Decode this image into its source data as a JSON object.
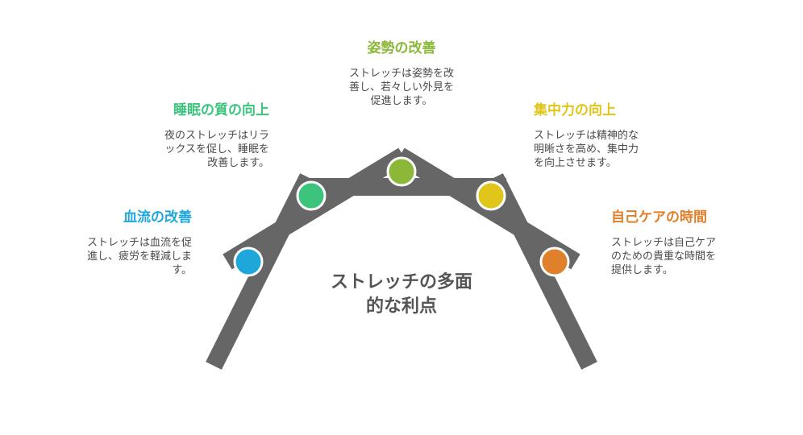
{
  "diagram": {
    "title": "ストレッチの多面\n的な利点",
    "frame_color": "#666666",
    "items": [
      {
        "key": "blood",
        "title": "血流の改善",
        "description": "ストレッチは血流を促\n進し、疲労を軽減しま\nす。",
        "color": "#1fa7dc"
      },
      {
        "key": "sleep",
        "title": "睡眠の質の向上",
        "description": "夜のストレッチはリラ\nックスを促し、睡眠を\n改善します。",
        "color": "#3cc47c"
      },
      {
        "key": "posture",
        "title": "姿勢の改善",
        "description": "ストレッチは姿勢を改\n善し、若々しい外見を\n促進します。",
        "color": "#8cb83a"
      },
      {
        "key": "focus",
        "title": "集中力の向上",
        "description": "ストレッチは精神的な\n明晰さを高め、集中力\nを向上させます。",
        "color": "#e0c51a"
      },
      {
        "key": "selfcare",
        "title": "自己ケアの時間",
        "description": "ストレッチは自己ケア\nのための貴重な時間を\n提供します。",
        "color": "#e0802a"
      }
    ]
  }
}
